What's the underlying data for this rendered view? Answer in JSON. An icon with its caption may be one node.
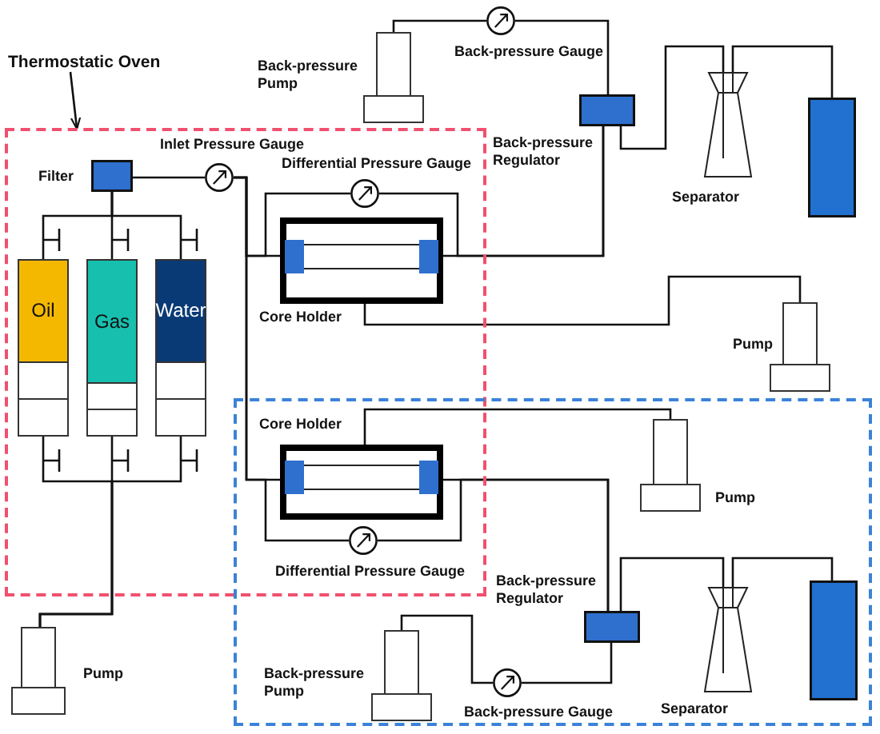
{
  "diagram": {
    "nodes": [
      {
        "text": [
          "Thermostatic Oven"
        ]
      },
      {
        "text": [],
        "shape": "box"
      },
      {
        "text": [],
        "shape": "box",
        "beside": [
          "Filter"
        ],
        "in": 1
      },
      {
        "text": [],
        "shape": "circle",
        "beside": [
          "Inlet Pressure Gauge"
        ],
        "in": 1
      },
      {
        "text": [
          "Oil"
        ],
        "in": 1
      },
      {
        "text": [
          "Gas"
        ],
        "in": 1
      },
      {
        "text": [
          "Water"
        ],
        "in": 1
      },
      {
        "text": [],
        "shape": "box",
        "beside": [
          "Core Holder"
        ],
        "in": 1
      },
      {
        "text": [],
        "shape": "circle",
        "beside": [
          "Differential Pressure Gauge"
        ],
        "in": 1
      },
      {
        "text": [],
        "shape": "pump",
        "beside": [
          "Pump"
        ]
      },
      {
        "text": [],
        "shape": "pump",
        "beside": [
          "Back-pressure Pump"
        ]
      },
      {
        "text": [],
        "shape": "circle",
        "beside": [
          "Back-pressure Gauge"
        ]
      },
      {
        "text": [],
        "shape": "box",
        "beside": [
          "Back-pressure Regulator"
        ]
      },
      {
        "text": [],
        "shape": "flask",
        "beside": [
          "Separator"
        ]
      },
      {
        "text": [],
        "shape": "box"
      },
      {
        "text": [],
        "shape": "pump",
        "beside": [
          "Pump"
        ]
      },
      {
        "text": [],
        "shape": "box"
      },
      {
        "text": [],
        "shape": "box",
        "beside": [
          "Core Holder"
        ]
      },
      {
        "text": [],
        "shape": "circle",
        "beside": [
          "Differential Pressure Gauge"
        ]
      },
      {
        "text": [],
        "shape": "pump",
        "beside": [
          "Pump"
        ],
        "in": 16
      },
      {
        "text": [],
        "shape": "box",
        "beside": [
          "Back-pressure Regulator"
        ],
        "in": 16
      },
      {
        "text": [],
        "shape": "pump",
        "beside": [
          "Back-pressure Pump"
        ],
        "in": 16
      },
      {
        "text": [],
        "shape": "circle",
        "beside": [
          "Back-pressure Gauge"
        ],
        "in": 16
      },
      {
        "text": [],
        "shape": "flask",
        "beside": [
          "Separator"
        ],
        "in": 16
      },
      {
        "text": [],
        "shape": "box",
        "in": 16
      }
    ],
    "edges": [
      {
        "from": 0,
        "to": 1,
        "arrow": "to"
      },
      {
        "from": 2,
        "to": 3,
        "arrow": "none"
      },
      {
        "from": 3,
        "to": 7,
        "arrow": "none"
      },
      {
        "from": 3,
        "to": 17,
        "arrow": "none"
      },
      {
        "from": 2,
        "to": 4,
        "arrow": "none"
      },
      {
        "from": 2,
        "to": 5,
        "arrow": "none"
      },
      {
        "from": 2,
        "to": 6,
        "arrow": "none"
      },
      {
        "from": 4,
        "to": 9,
        "arrow": "none"
      },
      {
        "from": 5,
        "to": 9,
        "arrow": "none"
      },
      {
        "from": 6,
        "to": 9,
        "arrow": "none"
      },
      {
        "from": 3,
        "to": 8,
        "arrow": "none"
      },
      {
        "from": 8,
        "to": 12,
        "arrow": "none"
      },
      {
        "from": 7,
        "to": 12,
        "arrow": "none"
      },
      {
        "from": 7,
        "to": 15,
        "arrow": "none"
      },
      {
        "from": 10,
        "to": 11,
        "arrow": "none"
      },
      {
        "from": 11,
        "to": 12,
        "arrow": "none"
      },
      {
        "from": 12,
        "to": 13,
        "arrow": "none"
      },
      {
        "from": 13,
        "to": 14,
        "arrow": "none"
      },
      {
        "from": 17,
        "to": 19,
        "arrow": "none"
      },
      {
        "from": 17,
        "to": 20,
        "arrow": "none"
      },
      {
        "from": 3,
        "to": 18,
        "arrow": "none"
      },
      {
        "from": 18,
        "to": 20,
        "arrow": "none"
      },
      {
        "from": 20,
        "to": 22,
        "arrow": "none"
      },
      {
        "from": 22,
        "to": 21,
        "arrow": "none"
      },
      {
        "from": 20,
        "to": 23,
        "arrow": "none"
      },
      {
        "from": 23,
        "to": 24,
        "arrow": "none"
      }
    ]
  }
}
